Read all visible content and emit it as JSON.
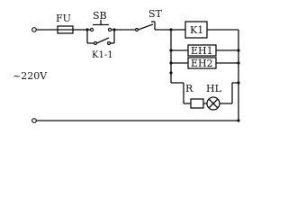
{
  "labels": {
    "fuse": "FU",
    "button": "SB",
    "relay_contact": "K1-1",
    "thermostat": "ST",
    "relay_coil": "K1",
    "heater_1": "EH1",
    "heater_2": "EH2",
    "resistor": "R",
    "lamp": "HL",
    "supply": "~220V"
  }
}
